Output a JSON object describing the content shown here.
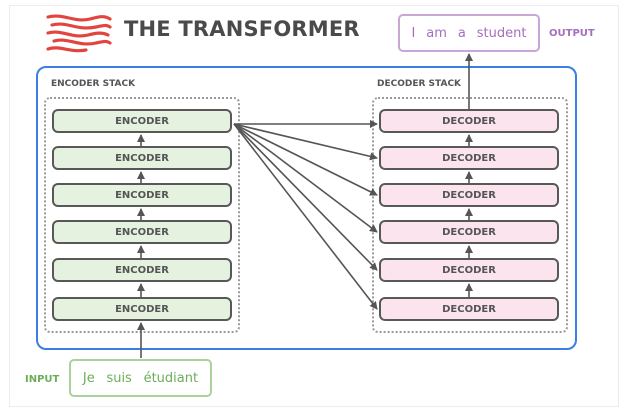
{
  "title": "THE TRANSFORMER",
  "output": {
    "label": "OUTPUT",
    "words": [
      "I",
      "am",
      "a",
      "student"
    ]
  },
  "input": {
    "label": "INPUT",
    "words": [
      "Je",
      "suis",
      "étudiant"
    ]
  },
  "encoder_stack": {
    "label": "ENCODER STACK",
    "layers": [
      "ENCODER",
      "ENCODER",
      "ENCODER",
      "ENCODER",
      "ENCODER",
      "ENCODER"
    ]
  },
  "decoder_stack": {
    "label": "DECODER STACK",
    "layers": [
      "DECODER",
      "DECODER",
      "DECODER",
      "DECODER",
      "DECODER",
      "DECODER"
    ]
  },
  "colors": {
    "accent": "#3b7fe3",
    "encoder_fill": "#e4f2df",
    "decoder_fill": "#fbe4ee",
    "input": "#6cae58",
    "output": "#a56fbd",
    "logo": "#e2453d"
  },
  "icons": {
    "logo": "transformer-flame-logo-icon"
  }
}
